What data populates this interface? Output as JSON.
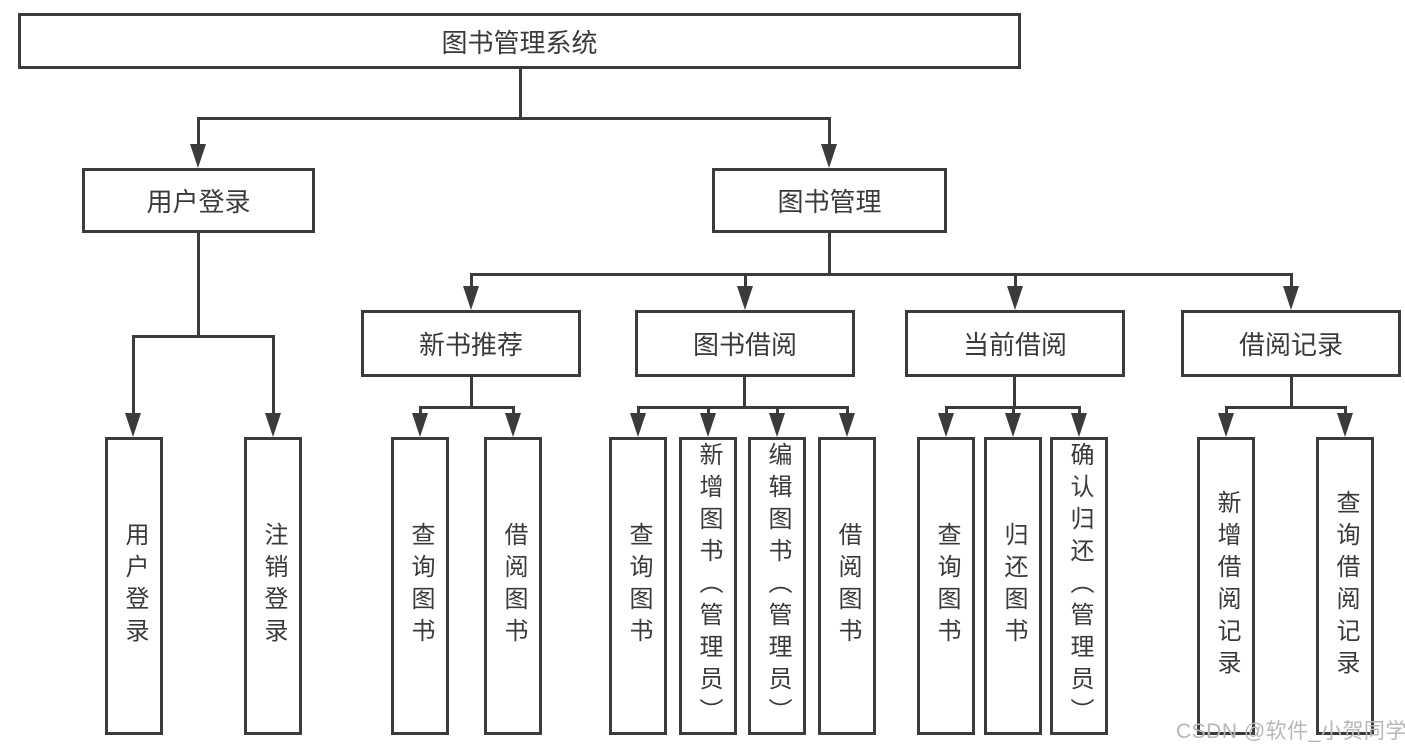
{
  "diagram": {
    "type": "hierarchy-flowchart",
    "title": "图书管理系统",
    "tree": {
      "root": {
        "label": "图书管理系统",
        "children": [
          {
            "label": "用户登录",
            "children": [
              {
                "label": "用户登录"
              },
              {
                "label": "注销登录"
              }
            ]
          },
          {
            "label": "图书管理",
            "children": [
              {
                "label": "新书推荐",
                "children": [
                  {
                    "label": "查询图书"
                  },
                  {
                    "label": "借阅图书"
                  }
                ]
              },
              {
                "label": "图书借阅",
                "children": [
                  {
                    "label": "查询图书"
                  },
                  {
                    "label": "新增图书（管理员）"
                  },
                  {
                    "label": "编辑图书（管理员）"
                  },
                  {
                    "label": "借阅图书"
                  }
                ]
              },
              {
                "label": "当前借阅",
                "children": [
                  {
                    "label": "查询图书"
                  },
                  {
                    "label": "归还图书"
                  },
                  {
                    "label": "确认归还（管理员）"
                  }
                ]
              },
              {
                "label": "借阅记录",
                "children": [
                  {
                    "label": "新增借阅记录"
                  },
                  {
                    "label": "查询借阅记录"
                  }
                ]
              }
            ]
          }
        ]
      }
    },
    "colors": {
      "line": "#3b3b3b",
      "text": "#3a3a3a",
      "watermark": "#b4b7bb",
      "background": "#ffffff"
    }
  },
  "watermark": {
    "text": "CSDN @软件_小贺同学"
  }
}
